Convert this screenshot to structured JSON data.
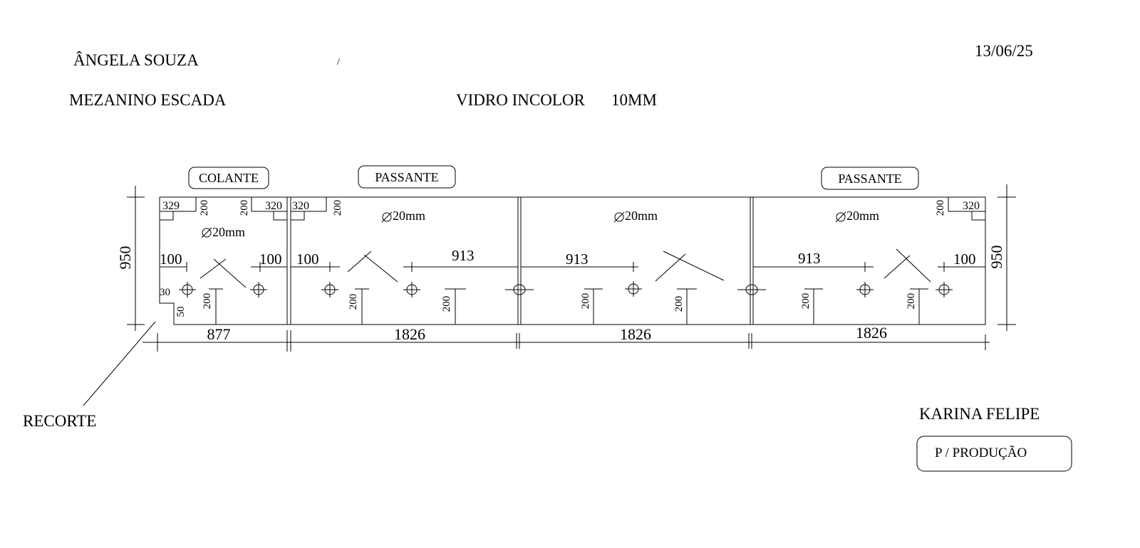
{
  "header": {
    "client": "ÂNGELA SOUZA",
    "mark": "/",
    "date": "13/06/25",
    "project": "MEZANINO ESCADA",
    "material": "VIDRO INCOLOR",
    "thickness": "10MM"
  },
  "footer": {
    "recorte": "RECORTE",
    "author": "KARINA FELIPE",
    "stamp": "P / PRODUÇÃO"
  },
  "panels": [
    {
      "type": "COLANTE",
      "width": "877"
    },
    {
      "type": "PASSANTE",
      "width": "1826"
    },
    {
      "type": "",
      "width": "1826"
    },
    {
      "type": "PASSANTE",
      "width": "1826"
    }
  ],
  "dimensions": {
    "height_left": "950",
    "height_right": "950",
    "hole": "20mm",
    "d329": "329",
    "d320": "320",
    "d200": "200",
    "d100": "100",
    "d913": "913",
    "d30": "30",
    "d50": "50"
  }
}
